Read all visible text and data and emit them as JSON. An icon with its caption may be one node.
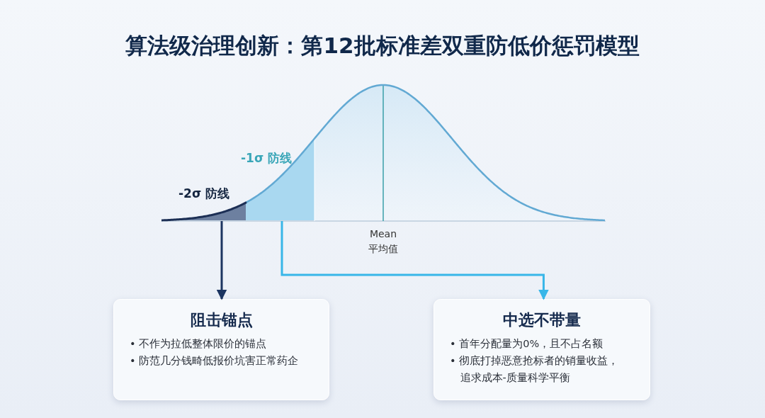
{
  "diagram": {
    "title": "算法级治理创新：第12批标准差双重防低价惩罚模型",
    "nodes": [
      {
        "text": [
          "-2σ 防线"
        ]
      },
      {
        "text": [
          "-1σ 防线"
        ]
      },
      {
        "text": [
          "阻击锚点",
          "• 不作为拉低整体限价的锚点",
          "• 防范几分钱畸低报价坑害正常药企"
        ]
      },
      {
        "text": [
          "中选不带量",
          "• 首年分配量为0%，且不占名额",
          "• 彻底打掉恶意抢标者的销量收益，追求成本-质量科学平衡"
        ]
      }
    ],
    "edges": [
      {
        "from": 0,
        "to": 2,
        "arrow": "to",
        "color": "#1c3561"
      },
      {
        "from": 1,
        "to": 3,
        "arrow": "to",
        "color": "#38b6e8"
      }
    ],
    "labels": [
      "Mean",
      "平均值"
    ]
  }
}
